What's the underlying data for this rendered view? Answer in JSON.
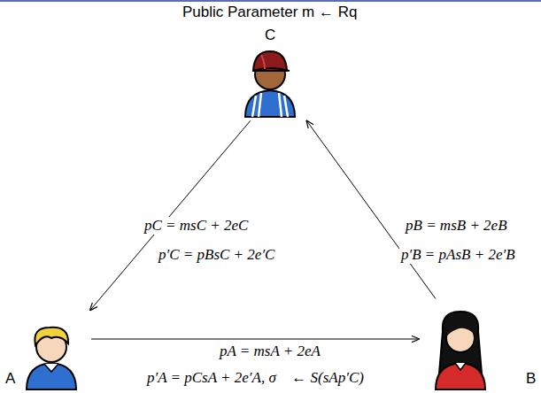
{
  "diagram": {
    "title": "Public Parameter m ← Rq",
    "nodes": [
      {
        "text": [
          "C"
        ]
      },
      {
        "text": [
          "A"
        ]
      },
      {
        "text": [
          "B"
        ]
      }
    ],
    "edges": [
      {
        "from": 0,
        "to": 1,
        "arrow": "to",
        "label": "pC = msC + 2eC"
      },
      {
        "from": 1,
        "to": 2,
        "arrow": "to",
        "label": "pA = msA + 2eA"
      },
      {
        "from": 2,
        "to": 0,
        "arrow": "to",
        "label": "pB = msB + 2eB"
      }
    ],
    "labels": [
      "p′C = pBsC + 2e′C",
      "p′A = pCsA + 2e′A, σ⃗ ← S(sAp′C)",
      "p′B = pAsB + 2e′B"
    ]
  }
}
